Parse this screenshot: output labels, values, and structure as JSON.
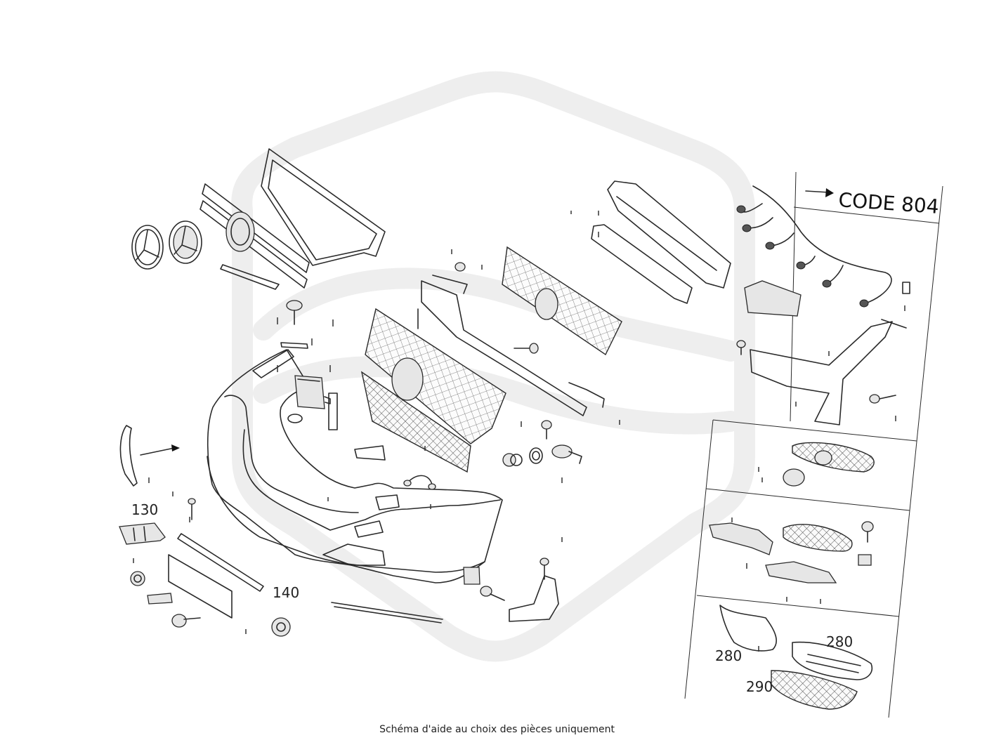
{
  "diagram": {
    "code_label": "CODE 804",
    "part_labels": {
      "p130": "130",
      "p140": "140",
      "p280_left": "280",
      "p280_right": "280",
      "p290": "290"
    },
    "watermark_icon": "shield-logo-icon"
  },
  "caption": "Schéma d'aide au choix des pièces uniquement"
}
